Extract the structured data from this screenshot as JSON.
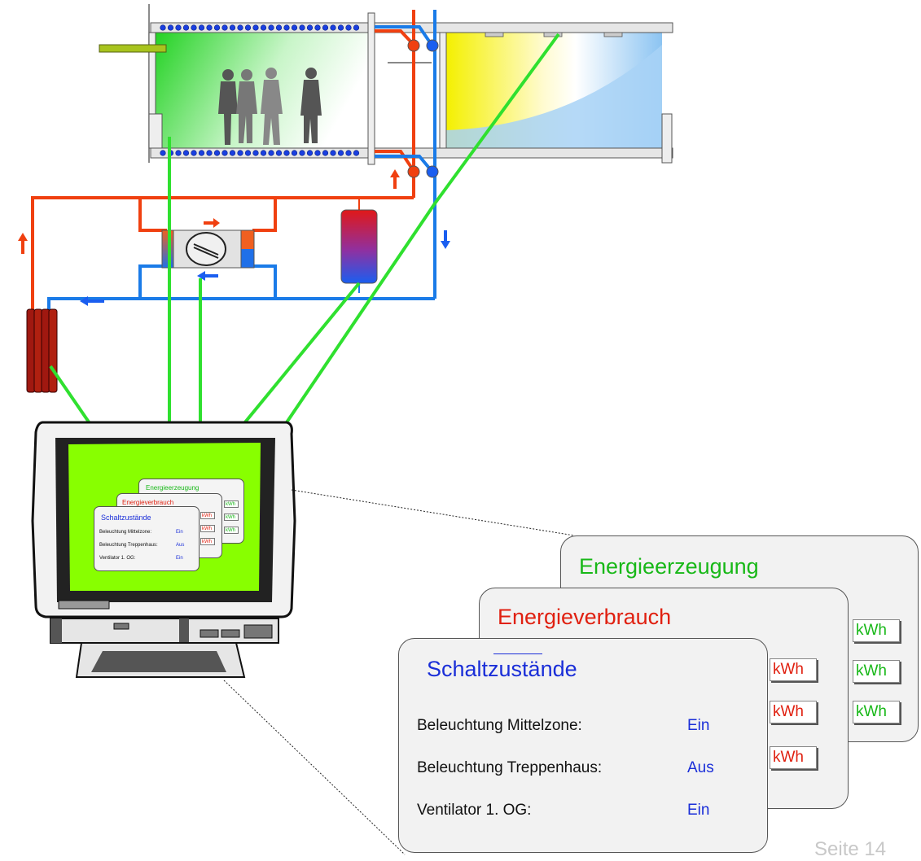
{
  "panels": {
    "energieerzeugung": {
      "title": "Energieerzeugung",
      "color": "#18b818",
      "unit": "kWh"
    },
    "energieverbrauch": {
      "title": "Energieverbrauch",
      "color": "#e02010",
      "unit": "kWh"
    },
    "schaltzustaende": {
      "title": "Schaltzustände",
      "color": "#1a2ed8",
      "rows": [
        {
          "label": "Beleuchtung Mittelzone:",
          "value": "Ein"
        },
        {
          "label": "Beleuchtung Treppenhaus:",
          "value": "Aus"
        },
        {
          "label": "Ventilator 1. OG:",
          "value": "Ein"
        }
      ]
    }
  },
  "page": {
    "number": "Seite 14"
  },
  "colors": {
    "hot_pipe": "#f04010",
    "cold_pipe": "#1a7be8",
    "data_line": "#2fe02f",
    "monitor_screen": "#88ff00",
    "radiator": "#a01810"
  }
}
